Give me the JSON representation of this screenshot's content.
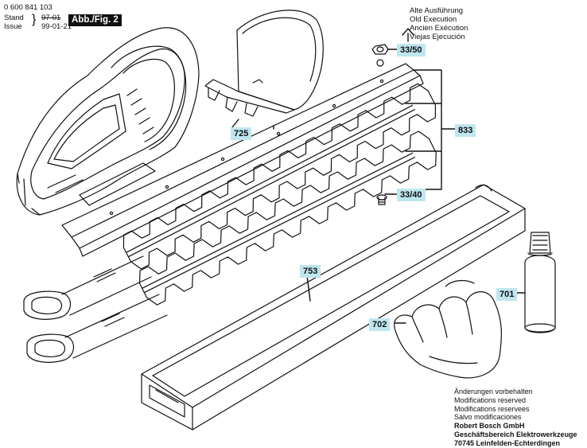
{
  "header": {
    "doc_number": "0 600 841 103",
    "stand_label": "Stand",
    "issue_label": "Issue",
    "old_date": "99-01-21",
    "crossed_date": "97-01",
    "figure_badge": "Abb./Fig. 2"
  },
  "legend": {
    "lines": [
      "Alte Ausführung",
      "Old Execution",
      "Ancien Exécution",
      "Viejas Ejecución"
    ]
  },
  "part_labels": {
    "p3350": "33/50",
    "p725": "725",
    "p833": "833",
    "p3340": "33/40",
    "p753": "753",
    "p701": "701",
    "p702": "702"
  },
  "footer": {
    "lines": [
      "Änderungen vorbehalten",
      "Modifications reserved",
      "Modifications reservees",
      "Salvo modificaciones"
    ],
    "company": "Robert Bosch GmbH",
    "division": "Geschäftsbereich Elektrowerkzeuge",
    "address": "70745 Leinfelden-Echterdingen"
  },
  "colors": {
    "label_bg": "#bfe6ef",
    "line": "#111111"
  }
}
